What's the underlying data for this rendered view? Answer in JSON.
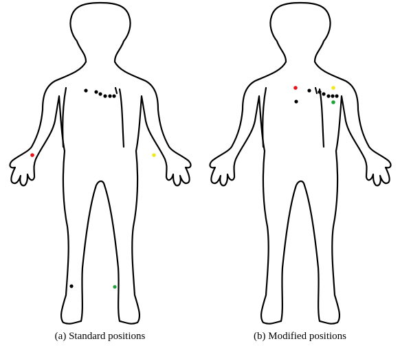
{
  "colors": {
    "outline": "#000000",
    "black": "#000000",
    "red": "#e8141b",
    "yellow": "#f2e81e",
    "green": "#1fa13a"
  },
  "panels": [
    {
      "caption": "(a) Standard positions",
      "electrodes": [
        "chest-v1",
        "chest-v2",
        "chest-v3",
        "chest-v4",
        "chest-v5",
        "chest-v6",
        "right-wrist",
        "left-wrist",
        "right-ankle",
        "left-ankle"
      ],
      "electrode_colors": [
        "black",
        "black",
        "black",
        "black",
        "black",
        "black",
        "red",
        "yellow",
        "black",
        "green"
      ]
    },
    {
      "caption": "(b) Modified positions",
      "electrodes": [
        "chest-v1",
        "chest-v2",
        "chest-v3",
        "chest-v4",
        "chest-v5",
        "chest-v6",
        "right-shoulder",
        "right-lower-chest",
        "left-shoulder",
        "left-lower-chest"
      ],
      "electrode_colors": [
        "black",
        "black",
        "black",
        "black",
        "black",
        "black",
        "red",
        "black",
        "yellow",
        "green"
      ]
    }
  ]
}
